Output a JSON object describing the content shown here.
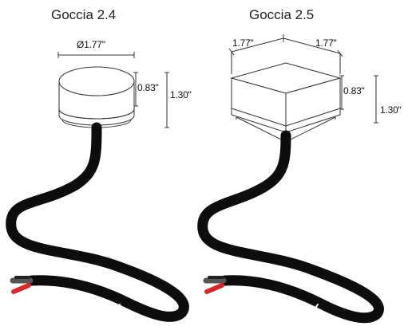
{
  "products": [
    {
      "name": "Goccia 2.4",
      "shape": "round",
      "dimensions": {
        "diameter": "Ø1.77\"",
        "cap_height": "0.83\"",
        "total_height": "1.30\""
      }
    },
    {
      "name": "Goccia 2.5",
      "shape": "square",
      "dimensions": {
        "width": "1.77\"",
        "depth": "1.77\"",
        "cap_height": "0.83\"",
        "total_height": "1.30\""
      }
    }
  ],
  "colors": {
    "cable": "#0d0d0d",
    "wire_red": "#d8262a",
    "outline": "#333333"
  }
}
